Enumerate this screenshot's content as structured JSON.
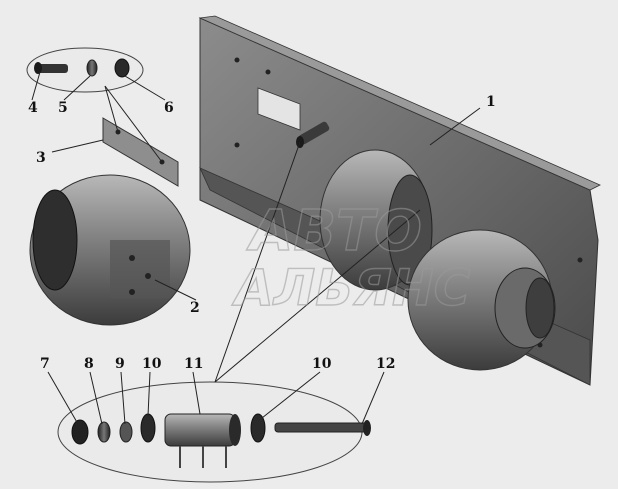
{
  "diagram": {
    "callouts": [
      {
        "id": "1",
        "label": "1"
      },
      {
        "id": "2",
        "label": "2"
      },
      {
        "id": "3",
        "label": "3"
      },
      {
        "id": "4",
        "label": "4"
      },
      {
        "id": "5",
        "label": "5"
      },
      {
        "id": "6",
        "label": "6"
      },
      {
        "id": "7",
        "label": "7"
      },
      {
        "id": "8",
        "label": "8"
      },
      {
        "id": "9",
        "label": "9"
      },
      {
        "id": "10a",
        "label": "10"
      },
      {
        "id": "11",
        "label": "11"
      },
      {
        "id": "10b",
        "label": "10"
      },
      {
        "id": "12",
        "label": "12"
      }
    ],
    "watermark": {
      "line1": "АВТО",
      "line2": "АЛЬЯНС"
    },
    "colors": {
      "background": "#ececec",
      "part_dark": "#3a3a3a",
      "part_mid": "#6e6e6e",
      "part_light": "#a0a0a0"
    }
  }
}
